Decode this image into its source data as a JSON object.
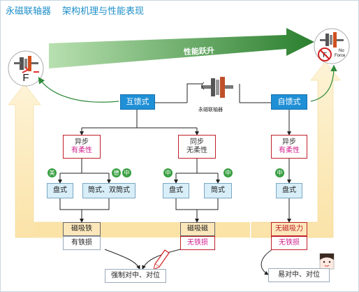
{
  "title": {
    "part1": "永磁联轴器",
    "part2": "架构机理与性能表现"
  },
  "banner": "性能跃升",
  "center_caption": "永磁联轴器",
  "top": {
    "mutual": "互馈式",
    "self": "自馈式"
  },
  "left": {
    "sync": {
      "line1": "异步",
      "line2": "有柔性"
    },
    "dots": [
      "美",
      "德",
      "中"
    ],
    "disc": "盘式",
    "tube": "筒式、双筒式",
    "magnet": "磁吸铁",
    "loss": "有铁损"
  },
  "mid": {
    "sync": {
      "line1": "同步",
      "line2": "无柔性"
    },
    "dots": [
      "中",
      "中"
    ],
    "disc": "盘式",
    "tube": "筒式",
    "magnet": "磁吸磁",
    "loss": "无铁损"
  },
  "right": {
    "sync": {
      "line1": "异步",
      "line2": "有柔性"
    },
    "dots": [
      "中"
    ],
    "disc": "盘式",
    "magnet": "无磁吸力",
    "loss": "无铁损"
  },
  "bottom": {
    "forced": "强制对中、对位",
    "easy": "易对中、对位"
  },
  "no_force_icon": {
    "line1": "No",
    "line2": "Force"
  },
  "force_label": "F",
  "colors": {
    "accent": "#1f8fd6",
    "arrow": "#2f8a3a",
    "track": "#fbe3a8"
  }
}
